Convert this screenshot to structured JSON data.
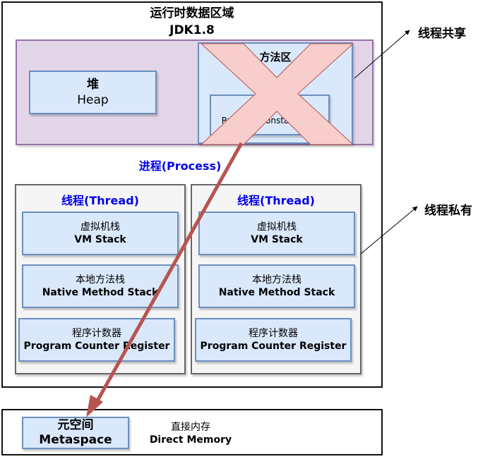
{
  "diagram": {
    "title_cn": "运行时数据区域",
    "title_version": "JDK1.8",
    "heap": {
      "cn": "堆",
      "en": "Heap"
    },
    "method_area": {
      "cn": "方法区",
      "en": "",
      "status": "removed (crossed out)"
    },
    "runtime_constant_pool": {
      "en": "Runtime Constant Pool",
      "visible_text": "R     Con       ol"
    },
    "process_label": "进程(Process)",
    "threads": [
      {
        "label": "线程(Thread)",
        "boxes": [
          {
            "cn": "虚拟机栈",
            "en": "VM Stack"
          },
          {
            "cn": "本地方法栈",
            "en": "Native Method Stack"
          },
          {
            "cn": "程序计数器",
            "en": "Program Counter Register"
          }
        ]
      },
      {
        "label": "线程(Thread)",
        "boxes": [
          {
            "cn": "虚拟机栈",
            "en": "VM Stack"
          },
          {
            "cn": "本地方法栈",
            "en": "Native Method Stack"
          },
          {
            "cn": "程序计数器",
            "en": "Program Counter Register"
          }
        ]
      }
    ],
    "metaspace": {
      "cn": "元空间",
      "en": "Metaspace"
    },
    "direct_memory": {
      "cn": "直接内存",
      "en": "Direct Memory"
    },
    "annotations": {
      "shared": "线程共享",
      "private": "线程私有"
    },
    "colors": {
      "shared_fill": "#e1d5e7",
      "shared_stroke": "#9673a6",
      "box_fill": "#dae8fc",
      "box_stroke": "#6c8ebf",
      "thread_fill": "#f5f5f5",
      "thread_stroke": "#666666",
      "cross_fill": "#f8cecc",
      "cross_stroke": "#b85450",
      "arrow": "#b85450",
      "label_blue": "#0000ee"
    }
  }
}
